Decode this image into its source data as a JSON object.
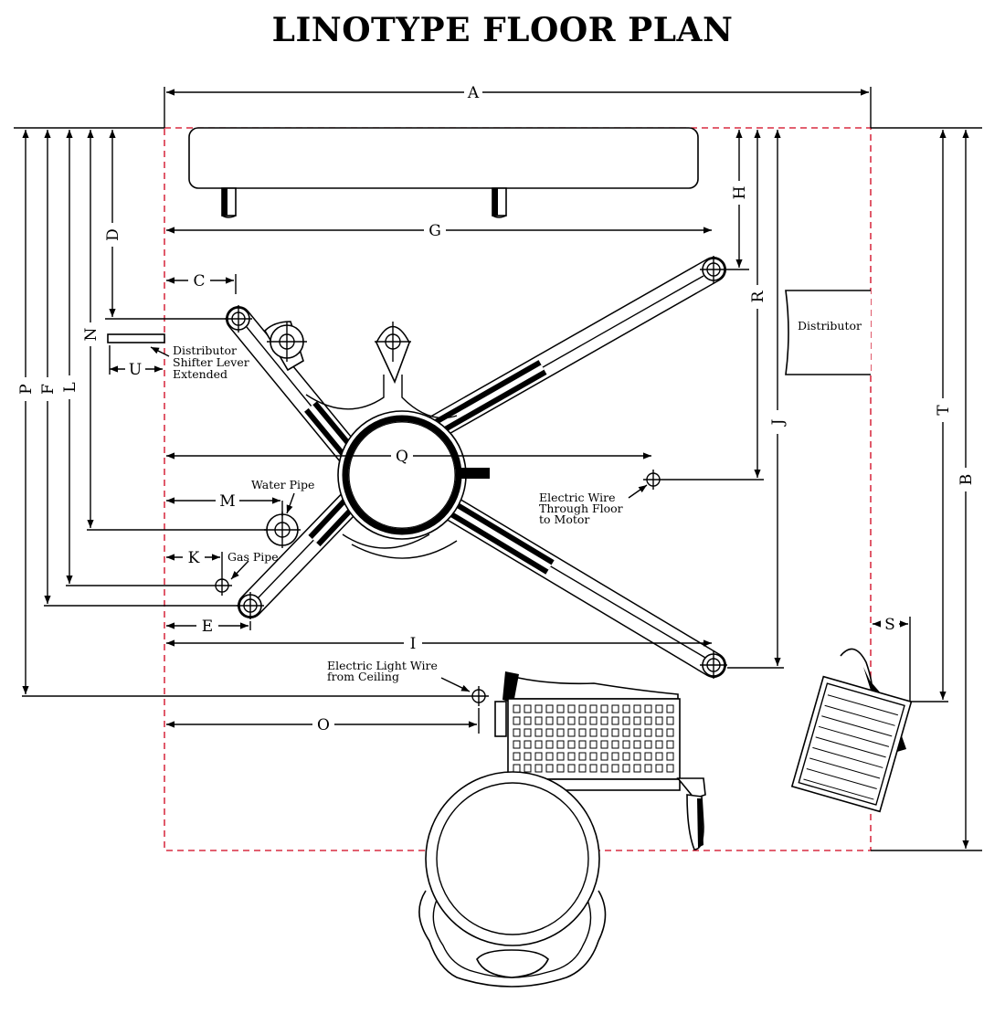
{
  "title": "LINOTYPE FLOOR PLAN",
  "boundary_color": "#d0021b",
  "dimensions": {
    "A": "A",
    "B": "B",
    "C": "C",
    "D": "D",
    "E": "E",
    "F": "F",
    "G": "G",
    "H": "H",
    "I": "I",
    "J": "J",
    "K": "K",
    "L": "L",
    "M": "M",
    "N": "N",
    "O": "O",
    "P": "P",
    "Q": "Q",
    "R": "R",
    "S": "S",
    "T": "T",
    "U": "U"
  },
  "labels": {
    "distributor": "Distributor",
    "shifter_1": "Distributor",
    "shifter_2": "Shifter Lever",
    "shifter_3": "Extended",
    "water_pipe": "Water Pipe",
    "gas_pipe": "Gas Pipe",
    "wire_1": "Electric Wire",
    "wire_2": "Through Floor",
    "wire_3": "to Motor",
    "light_1": "Electric Light Wire",
    "light_2": "from Ceiling"
  }
}
